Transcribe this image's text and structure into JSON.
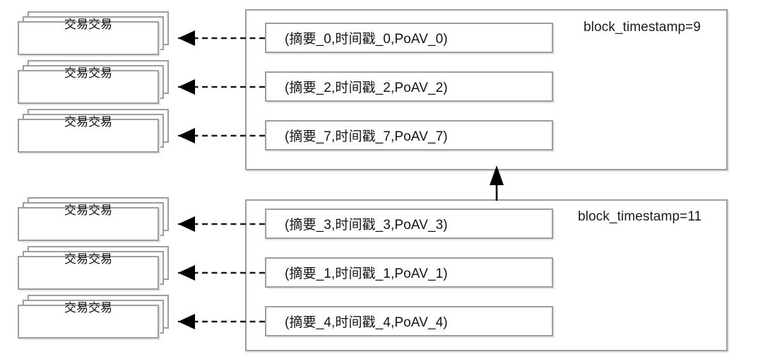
{
  "diagram": {
    "title_text": "",
    "colors": {
      "border": "#9d9d9d",
      "shadow": "#e6e6e6",
      "text": "#141414",
      "connector": "#1c1c1c",
      "arrow": "#000000",
      "background": "#ffffff"
    },
    "transaction_card_label": "交易交易",
    "blocks": [
      {
        "id": "block-upper",
        "label": "block_timestamp=9",
        "records": [
          {
            "id": "record-0",
            "text": "(摘要_0,时间戳_0,PoAV_0)",
            "index": "0"
          },
          {
            "id": "record-2",
            "text": "(摘要_2,时间戳_2,PoAV_2)",
            "index": "2"
          },
          {
            "id": "record-7",
            "text": "(摘要_7,时间戳_7,PoAV_7)",
            "index": "7"
          }
        ],
        "transaction_stacks": [
          {
            "id": "tx-stack-0",
            "label": "交易交易",
            "card_count": "3"
          },
          {
            "id": "tx-stack-2",
            "label": "交易交易",
            "card_count": "3"
          },
          {
            "id": "tx-stack-7",
            "label": "交易交易",
            "card_count": "3"
          }
        ]
      },
      {
        "id": "block-lower",
        "label": "block_timestamp=11",
        "records": [
          {
            "id": "record-3",
            "text": "(摘要_3,时间戳_3,PoAV_3)",
            "index": "3"
          },
          {
            "id": "record-1",
            "text": "(摘要_1,时间戳_1,PoAV_1)",
            "index": "1"
          },
          {
            "id": "record-4",
            "text": "(摘要_4,时间戳_4,PoAV_4)",
            "index": "4"
          }
        ],
        "transaction_stacks": [
          {
            "id": "tx-stack-3",
            "label": "交易交易",
            "card_count": "3"
          },
          {
            "id": "tx-stack-1",
            "label": "交易交易",
            "card_count": "3"
          },
          {
            "id": "tx-stack-4",
            "label": "交易交易",
            "card_count": "3"
          }
        ]
      }
    ],
    "connectors": {
      "record_to_transactions_style": "dashed-arrow-left",
      "block_chain_arrow_style": "solid-arrow-up",
      "block_chain_direction": "lower-to-upper"
    }
  }
}
